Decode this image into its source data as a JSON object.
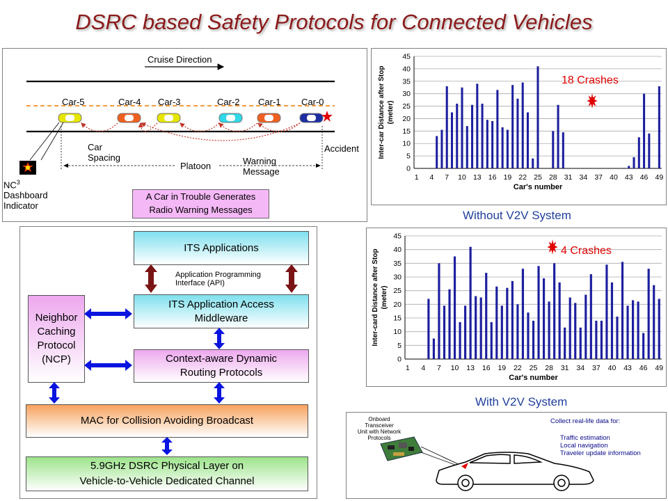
{
  "title": "DSRC based Safety Protocols for Connected Vehicles",
  "colors": {
    "title": "#8b1a1a",
    "bars": "#1c1f9e",
    "crash_text": "#e00000",
    "caption": "#1f3f9c"
  },
  "platoon": {
    "cruise_direction": "Cruise Direction",
    "cars": [
      "Car-5",
      "Car-4",
      "Car-3",
      "Car-2",
      "Car-1",
      "Car-0"
    ],
    "car_spacing": [
      "Car",
      "Spacing"
    ],
    "platoon_label": "Platoon",
    "warning_message": [
      "Warning",
      "Message"
    ],
    "accident": "Accident",
    "nc3": "NC",
    "nc3_sup": "3",
    "dashboard": "Dashboard",
    "indicator": "Indicator",
    "note": [
      "A Car in Trouble Generates",
      "Radio Warning Messages"
    ],
    "dashboard_icon": "explosion-icon"
  },
  "stack": {
    "its_apps": "ITS Applications",
    "api": [
      "Application Programming",
      "Interface (API)"
    ],
    "access": [
      "ITS Application Access",
      "Middleware"
    ],
    "routing": [
      "Context-aware Dynamic",
      "Routing Protocols"
    ],
    "ncp": [
      "Neighbor",
      "Caching",
      "Protocol",
      "(NCP)"
    ],
    "mac": "MAC for Collision Avoiding Broadcast",
    "phy": [
      "5.9GHz DSRC Physical Layer on",
      "Vehicle-to-Vehicle Dedicated Channel"
    ]
  },
  "vehicle": {
    "onboard": [
      "Onboard",
      "Transceiver",
      "Unit with Network",
      "Protocols"
    ],
    "collect": "Collect real-life data for:",
    "items": [
      "Traffic estimation",
      "Local navigation",
      "Traveler update information"
    ]
  },
  "chart_data": [
    {
      "type": "bar",
      "title": "",
      "caption": "Without V2V System",
      "annotation": "18 Crashes",
      "xlabel": "Car's number",
      "ylabel": [
        "Inter-car Distance after Stop",
        "(meter)"
      ],
      "ylim": [
        0,
        45
      ],
      "yticks": [
        0,
        5,
        10,
        15,
        20,
        25,
        30,
        35,
        40,
        45
      ],
      "xticks": [
        1,
        4,
        7,
        10,
        13,
        16,
        19,
        22,
        25,
        28,
        31,
        34,
        37,
        40,
        43,
        46,
        49
      ],
      "grid": true,
      "categories": [
        1,
        2,
        3,
        4,
        5,
        6,
        7,
        8,
        9,
        10,
        11,
        12,
        13,
        14,
        15,
        16,
        17,
        18,
        19,
        20,
        21,
        22,
        23,
        24,
        25,
        26,
        27,
        28,
        29,
        30,
        31,
        32,
        33,
        34,
        35,
        36,
        37,
        38,
        39,
        40,
        41,
        42,
        43,
        44,
        45,
        46,
        47,
        48,
        49
      ],
      "values": [
        0,
        0,
        0,
        0,
        13,
        15.5,
        33,
        22.5,
        26,
        32.5,
        17,
        25.5,
        34,
        26,
        19.5,
        19,
        31.5,
        16.5,
        15.5,
        33.5,
        28,
        34.5,
        22.5,
        4,
        41,
        0,
        0,
        15,
        25.5,
        14.5,
        0,
        0,
        0,
        0,
        0,
        0,
        0,
        0,
        0,
        0,
        0,
        0,
        1,
        4.5,
        12.5,
        30,
        14,
        0,
        33
      ]
    },
    {
      "type": "bar",
      "title": "",
      "caption": "With V2V System",
      "annotation": "4 Crashes",
      "xlabel": "Car's number",
      "ylabel": [
        "Inter-card Distance after Stop",
        "(meter)"
      ],
      "ylim": [
        0,
        45
      ],
      "yticks": [
        0,
        5,
        10,
        15,
        20,
        25,
        30,
        35,
        40,
        45
      ],
      "xticks": [
        1,
        4,
        7,
        10,
        13,
        16,
        19,
        22,
        25,
        28,
        31,
        34,
        37,
        40,
        43,
        46,
        49
      ],
      "grid": true,
      "categories": [
        1,
        2,
        3,
        4,
        5,
        6,
        7,
        8,
        9,
        10,
        11,
        12,
        13,
        14,
        15,
        16,
        17,
        18,
        19,
        20,
        21,
        22,
        23,
        24,
        25,
        26,
        27,
        28,
        29,
        30,
        31,
        32,
        33,
        34,
        35,
        36,
        37,
        38,
        39,
        40,
        41,
        42,
        43,
        44,
        45,
        46,
        47,
        48,
        49
      ],
      "values": [
        0,
        0,
        0,
        0,
        22,
        7.5,
        35,
        19.5,
        25.5,
        37.5,
        13.5,
        19.5,
        41,
        23,
        22.5,
        31.5,
        13.5,
        26.5,
        19.5,
        26,
        28.5,
        20,
        33,
        17,
        14,
        34,
        29.5,
        21,
        35,
        28,
        11.5,
        22.5,
        20.5,
        11.5,
        23.5,
        31,
        14,
        14,
        34.5,
        28,
        15.5,
        35.5,
        19.5,
        21.5,
        21,
        9.5,
        33,
        27,
        22
      ]
    }
  ]
}
